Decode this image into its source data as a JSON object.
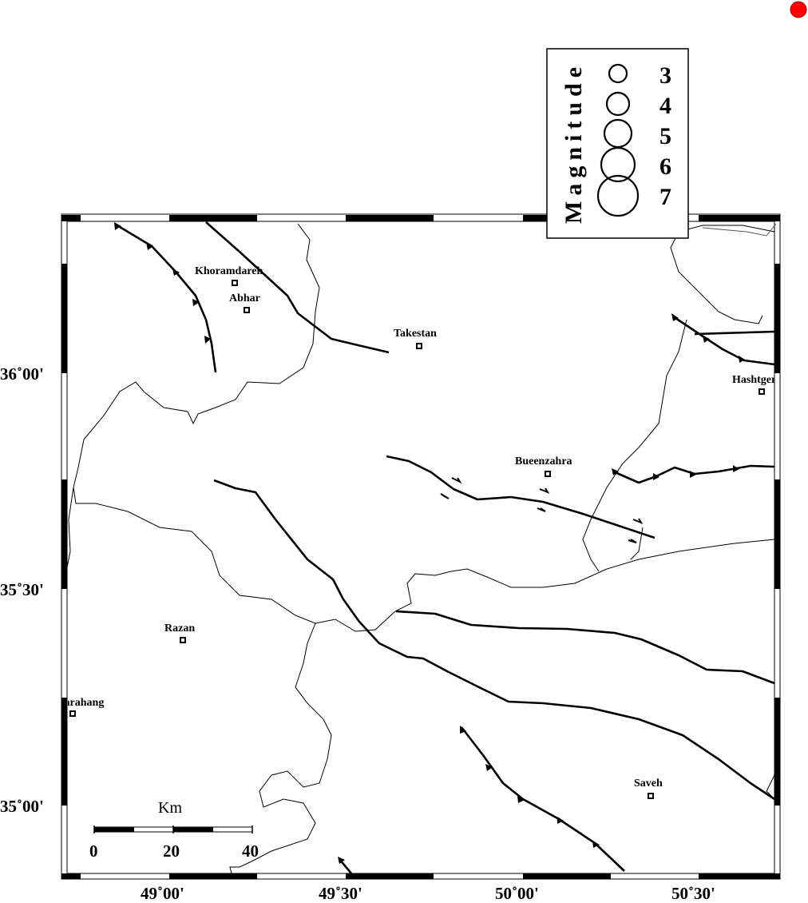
{
  "marker_color": "#ff0000",
  "legend": {
    "title": "Magnitude",
    "entries": [
      "3",
      "4",
      "5",
      "6",
      "7"
    ]
  },
  "cities": [
    {
      "name": "Khoramdareh"
    },
    {
      "name": "Abhar"
    },
    {
      "name": "Takestan"
    },
    {
      "name": "Hashtgerd"
    },
    {
      "name": "Bueenzahra"
    },
    {
      "name": "Razan"
    },
    {
      "name": "Farahang"
    },
    {
      "name": "Saveh"
    }
  ],
  "axes": {
    "lon_labels": [
      "49˚00'",
      "49˚30'",
      "50˚00'",
      "50˚30'"
    ],
    "lat_labels": [
      "36˚00'",
      "35˚30'",
      "35˚00'"
    ]
  },
  "scale_bar": {
    "unit": "Km",
    "ticks": [
      "0",
      "20",
      "40"
    ]
  }
}
